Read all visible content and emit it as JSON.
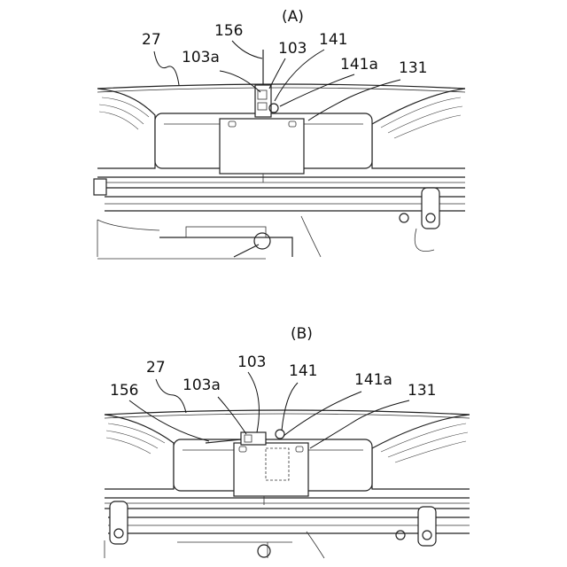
{
  "panels": [
    {
      "title": "(A)",
      "labels": {
        "l27": "27",
        "l156": "156",
        "l103a": "103a",
        "l103": "103",
        "l141": "141",
        "l141a": "141a",
        "l131": "131"
      }
    },
    {
      "title": "(B)",
      "labels": {
        "l27": "27",
        "l156": "156",
        "l103a": "103a",
        "l103": "103",
        "l141": "141",
        "l141a": "141a",
        "l131": "131"
      }
    }
  ]
}
